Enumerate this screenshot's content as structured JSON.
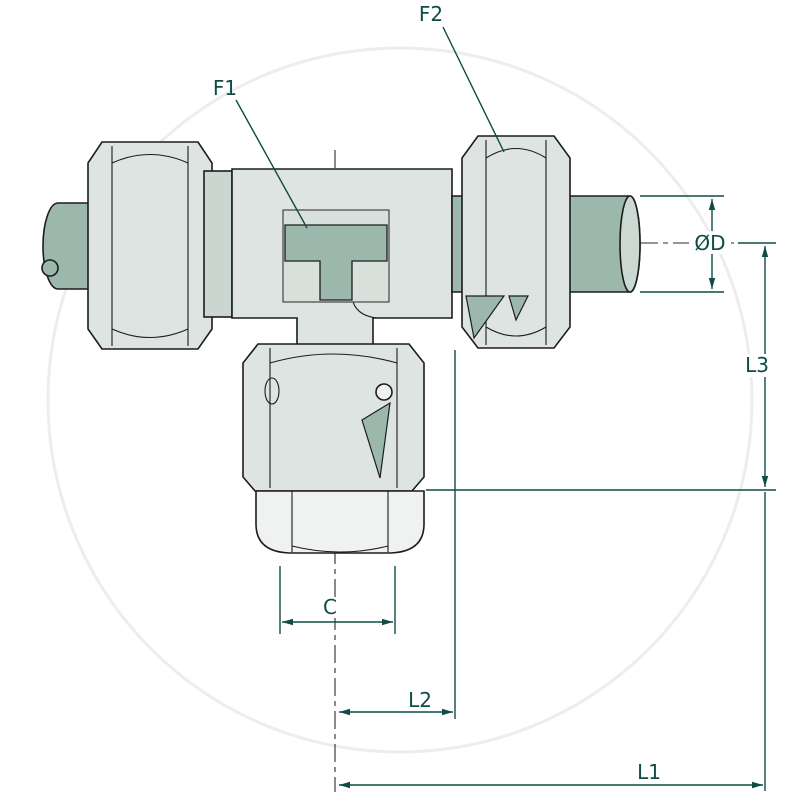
{
  "diagram": {
    "labels": {
      "f1": "F1",
      "f2": "F2",
      "diameter": "ØD",
      "l3": "L3",
      "c": "C",
      "l2": "L2",
      "l1": "L1"
    },
    "colors": {
      "background": "#ffffff",
      "part_outline": "#1c1c1c",
      "body_fill": "#dde4e1",
      "tube_fill": "#9cb7ab",
      "nut_light_fill": "#eff2f0",
      "annotation": "#0e4c45",
      "centerline": "#2b2b2b",
      "watermark": "#ededed"
    }
  }
}
